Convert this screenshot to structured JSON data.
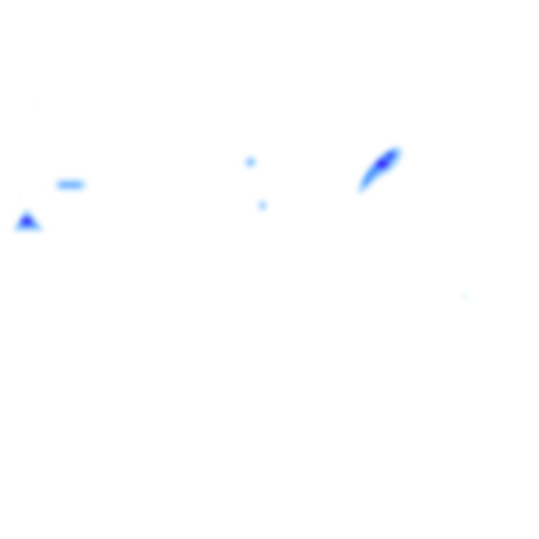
{
  "map": {
    "layer_type": "density-heatmap-tile",
    "background_color": "#ffffff",
    "gradient": {
      "low": "#dff4ff",
      "light": "#8fd0ff",
      "mid": "#3b8cff",
      "high": "#3a2cff"
    },
    "hotspots": [
      {
        "name": "hotspot-northeast-cluster",
        "intensity": 1.0
      },
      {
        "name": "hotspot-west-triangle",
        "intensity": 0.9
      },
      {
        "name": "hotspot-west-band",
        "intensity": 0.55
      },
      {
        "name": "hotspot-center-point-a",
        "intensity": 0.6
      },
      {
        "name": "hotspot-center-point-b",
        "intensity": 0.45
      },
      {
        "name": "hotspot-east-faint",
        "intensity": 0.2
      },
      {
        "name": "hotspot-far-west-faint",
        "intensity": 0.15
      }
    ]
  }
}
